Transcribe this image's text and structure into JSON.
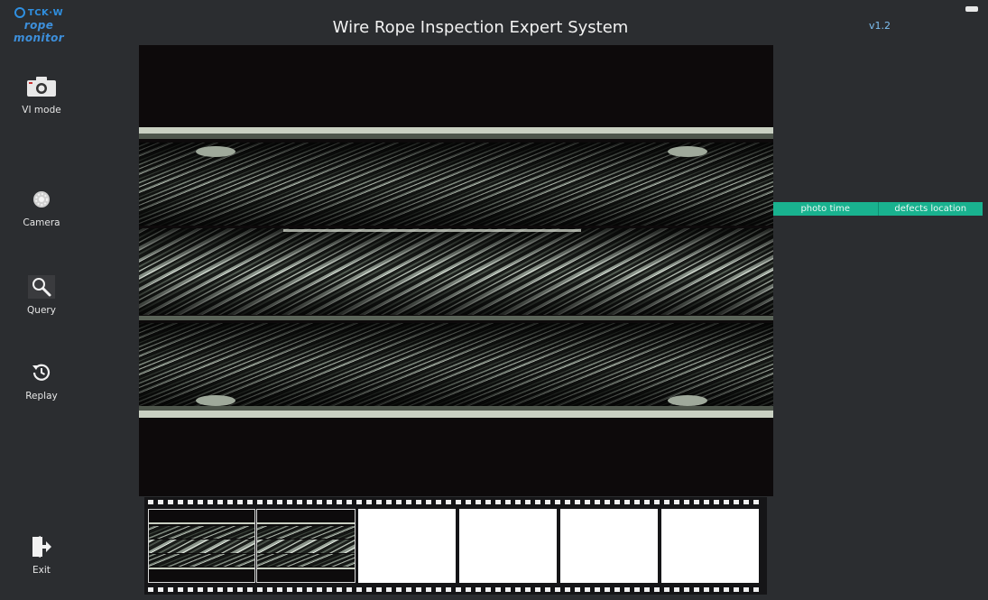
{
  "logo": {
    "top_text": "TCK·W",
    "bottom_text": "rope monitor"
  },
  "header": {
    "title": "Wire Rope Inspection Expert System",
    "version": "v1.2"
  },
  "sidebar": {
    "items": [
      {
        "label": "VI mode",
        "icon": "camera-icon"
      },
      {
        "label": "Camera",
        "icon": "gear-icon"
      },
      {
        "label": "Query",
        "icon": "search-icon"
      },
      {
        "label": "Replay",
        "icon": "history-icon"
      },
      {
        "label": "Exit",
        "icon": "exit-icon"
      }
    ]
  },
  "table": {
    "columns": [
      "photo time",
      "defects location"
    ],
    "rows": []
  },
  "colors": {
    "accent": "#19b28f",
    "background": "#2b2d30",
    "version_text": "#7fc0f2",
    "logo": "#2f8fe0"
  },
  "filmstrip": {
    "frames": [
      "photo",
      "photo",
      "empty",
      "empty",
      "empty",
      "empty"
    ]
  }
}
